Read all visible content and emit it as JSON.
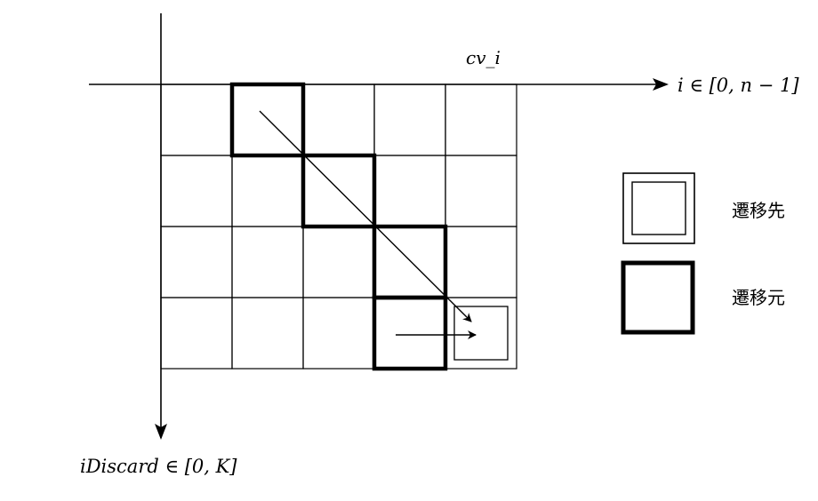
{
  "axes": {
    "x_label": "i ∈ [0, n − 1]",
    "y_label": "iDiscard ∈ [0, K]",
    "column_label": "cv_i"
  },
  "grid": {
    "columns": 5,
    "rows": 4
  },
  "path_cells": [
    {
      "row": 0,
      "col": 1
    },
    {
      "row": 1,
      "col": 2
    },
    {
      "row": 2,
      "col": 3
    },
    {
      "row": 3,
      "col": 3
    }
  ],
  "target_cell": {
    "row": 3,
    "col": 4
  },
  "legend": {
    "target_label": "遷移先",
    "source_label": "遷移元"
  }
}
